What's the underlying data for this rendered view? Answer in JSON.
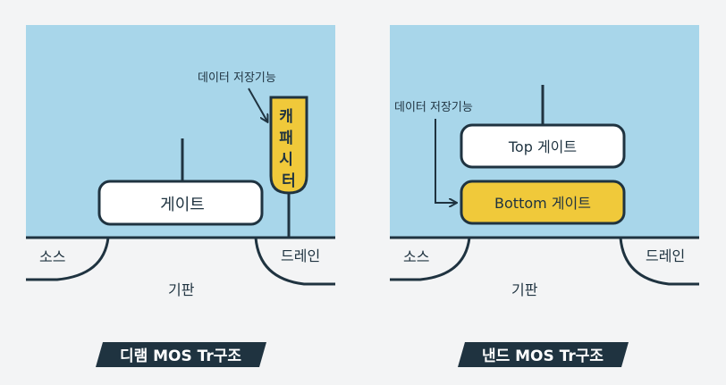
{
  "colors": {
    "background": "#f3f4f5",
    "panel": "#a8d6ea",
    "stroke": "#1f3340",
    "highlight": "#f0c93a",
    "white": "#ffffff",
    "banner": "#1f3340"
  },
  "dram": {
    "gate_label": "게이트",
    "capacitor_label": "캐패시터",
    "annotation": "데이터 저장기능",
    "source_label": "소스",
    "drain_label": "드레인",
    "substrate_label": "기판",
    "title": "디램 MOS Tr구조"
  },
  "nand": {
    "top_gate_label": "Top 게이트",
    "bottom_gate_label": "Bottom 게이트",
    "annotation": "데이터 저장기능",
    "source_label": "소스",
    "drain_label": "드레인",
    "substrate_label": "기판",
    "title": "낸드 MOS Tr구조"
  }
}
